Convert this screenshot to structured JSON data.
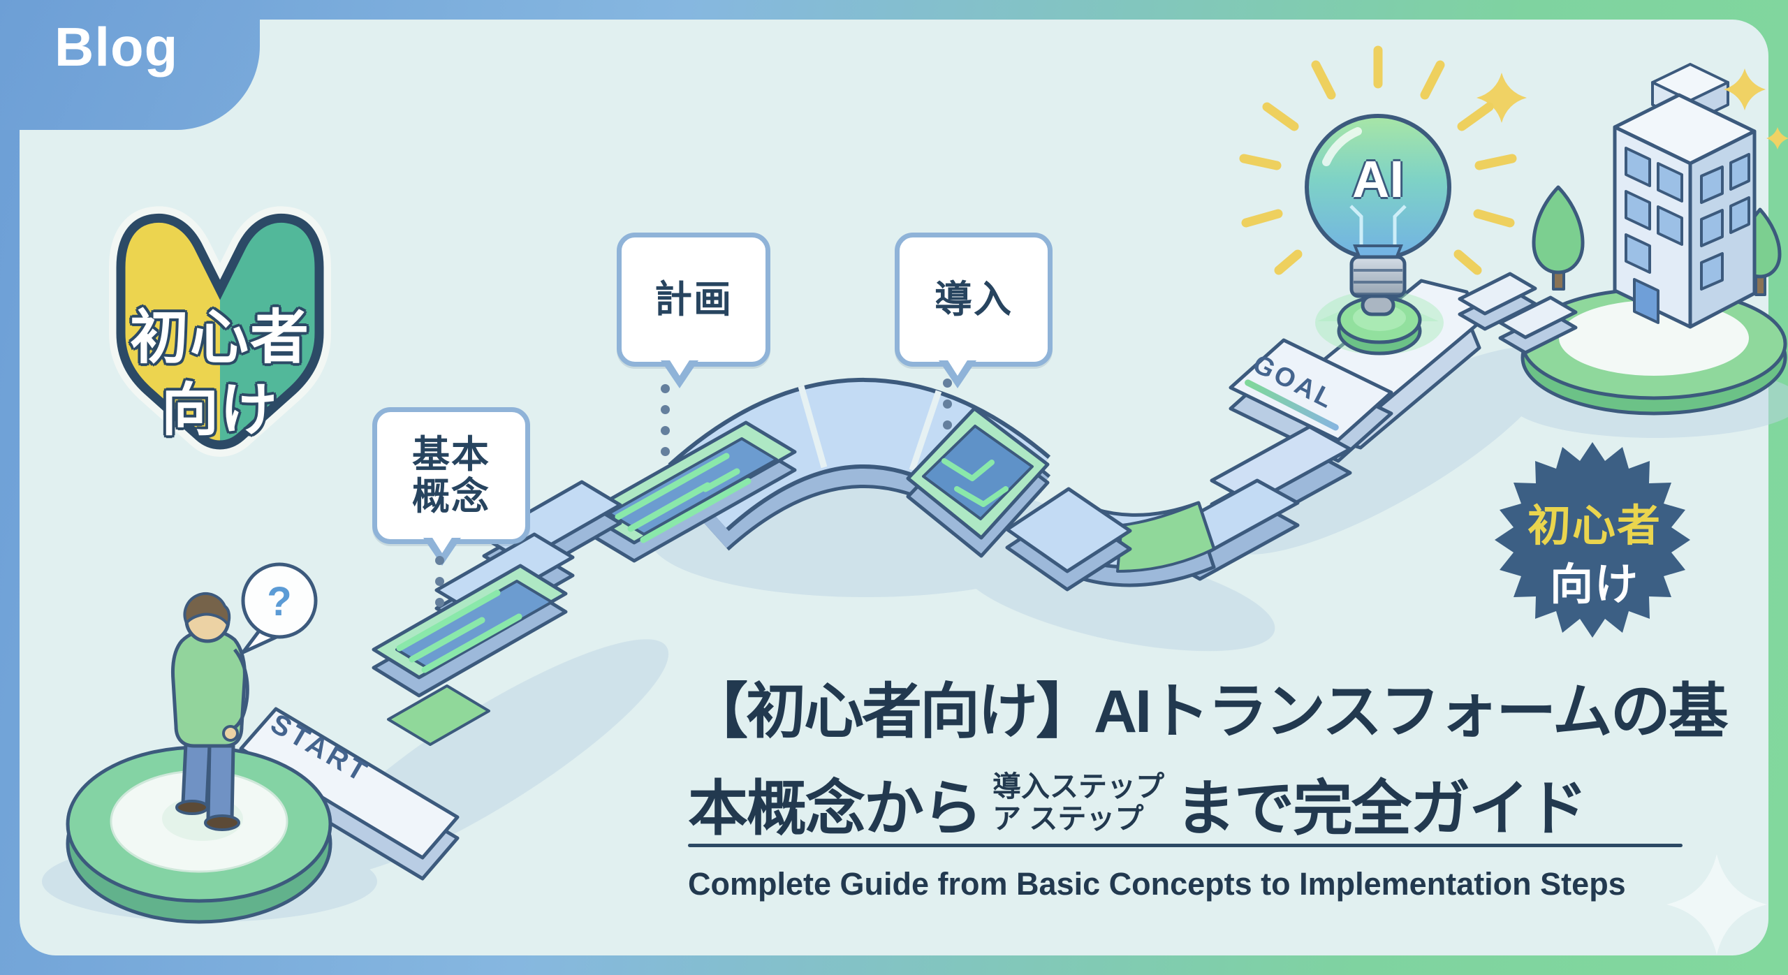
{
  "page": {
    "type_label": "Blog"
  },
  "badges": {
    "beginner_mark": {
      "line1": "初心者",
      "line2": "向け"
    },
    "ribbon": {
      "line1": "初心者",
      "line2": "向け"
    }
  },
  "roadmap": {
    "question_mark": "?",
    "start_label": "START",
    "goal_label": "GOAL",
    "bulb_label": "AI",
    "steps": [
      {
        "label": "基本\n概念"
      },
      {
        "label": "計画"
      },
      {
        "label": "導入"
      }
    ]
  },
  "title": {
    "line1": "【初心者向け】AIトランスフォームの基",
    "line2_lead": "本概念から",
    "line2_small_top": "導入ステップ",
    "line2_small_bottom": "ア ステップ",
    "line2_tail": "まで完全ガイド",
    "subtitle": "Complete Guide from Basic Concepts to Implementation Steps"
  },
  "colors": {
    "frame_blue": "#6d9fd6",
    "frame_green": "#82d89d",
    "panel_mint": "#e1f0f0",
    "outline_navy": "#3c5a7d",
    "title_navy": "#22394f",
    "tile_blue": "#c3dbf4",
    "tile_mint_border": "#aee8c4",
    "screen_blue": "#6c9cd0",
    "screen_line_green": "#8ae8aa",
    "badge_yellow": "#ecd44f",
    "badge_teal": "#52b89a",
    "ribbon_navy": "#3c5f84",
    "ray_yellow": "#eed05e",
    "platform_green": "#8fd89c"
  }
}
